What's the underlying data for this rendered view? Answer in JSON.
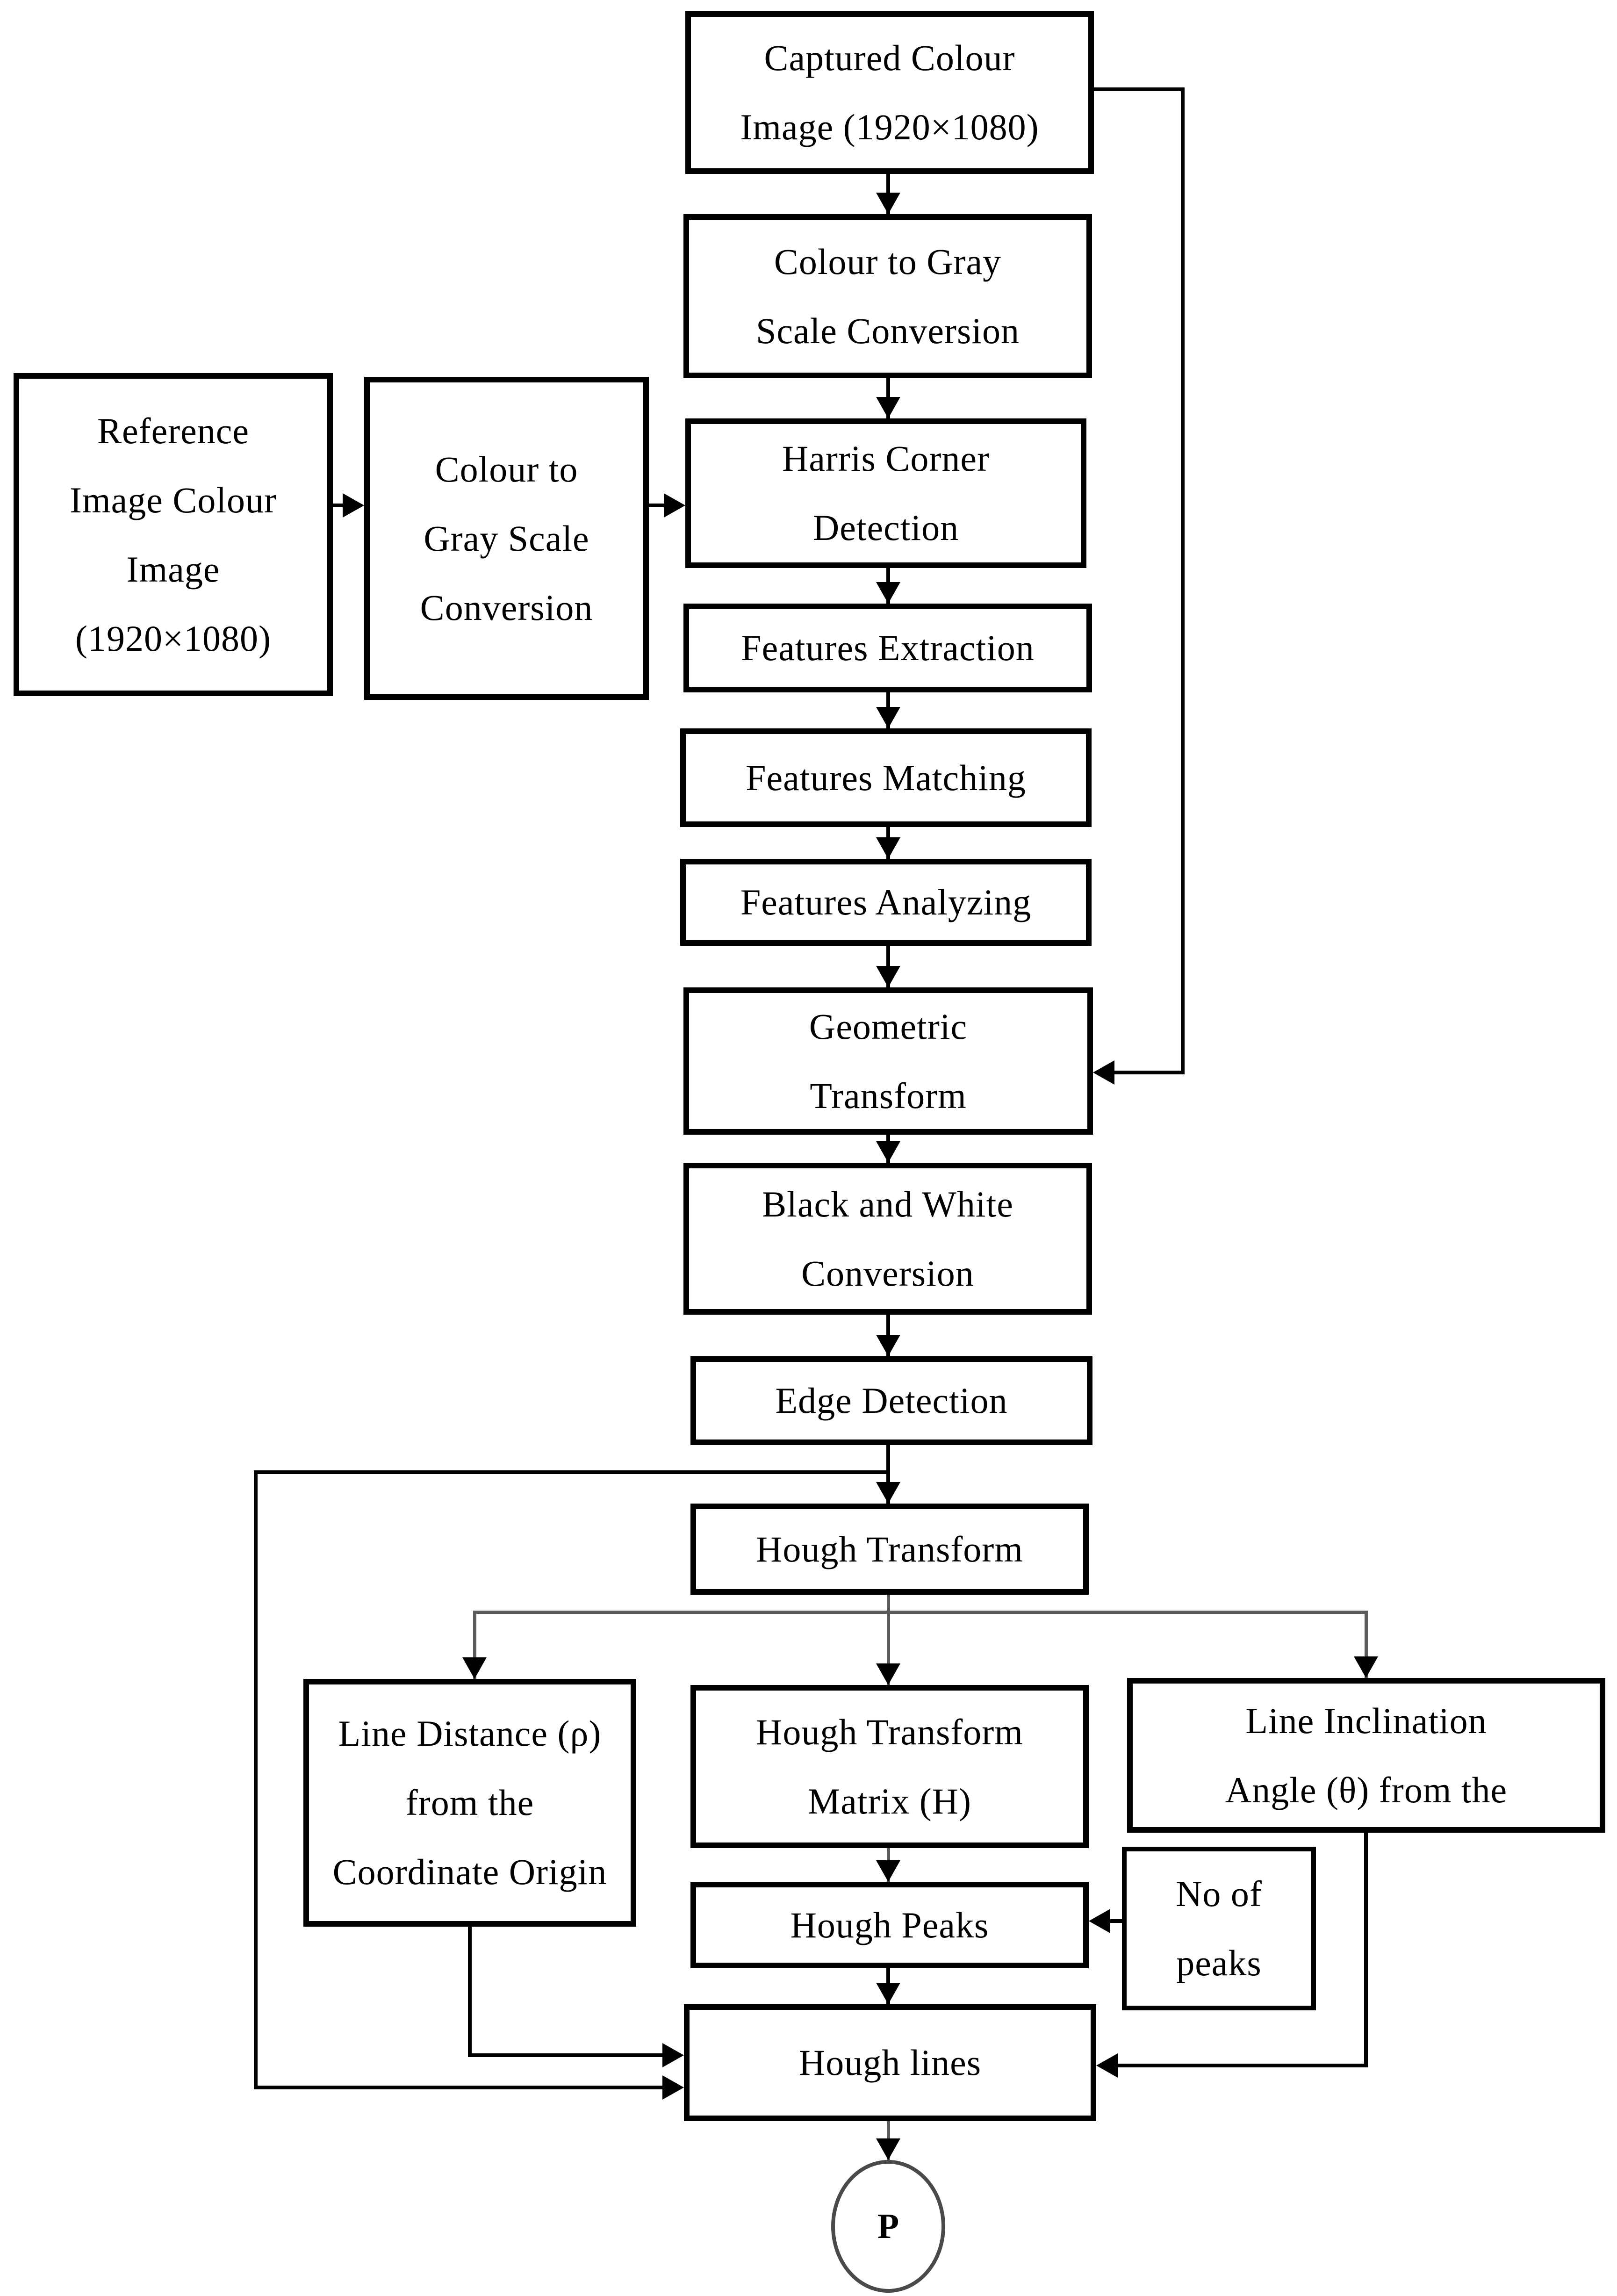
{
  "background": "#ffffff",
  "line_color": "#000000",
  "secondary_line_color": "#5a5a5a",
  "nodes": {
    "captured": {
      "label": "Captured Colour\nImage (1920×1080)"
    },
    "c2g_main": {
      "label": "Colour to Gray\nScale Conversion"
    },
    "harris": {
      "label": "Harris Corner\nDetection"
    },
    "features_extraction": {
      "label": "Features Extraction"
    },
    "features_matching": {
      "label": "Features Matching"
    },
    "features_analyzing": {
      "label": "Features Analyzing"
    },
    "geometric_transform": {
      "label": "Geometric\nTransform"
    },
    "black_white": {
      "label": "Black and White\nConversion"
    },
    "edge_detection": {
      "label": "Edge Detection"
    },
    "hough_transform": {
      "label": "Hough Transform"
    },
    "line_distance": {
      "label": "Line Distance (ρ)\nfrom the\nCoordinate Origin"
    },
    "hough_matrix": {
      "label": "Hough Transform\nMatrix (H)"
    },
    "line_inclination": {
      "label": "Line Inclination\nAngle (θ) from the"
    },
    "hough_peaks": {
      "label": "Hough Peaks"
    },
    "no_of_peaks": {
      "label": "No of\npeaks"
    },
    "hough_lines": {
      "label": "Hough lines"
    },
    "reference": {
      "label": "Reference\nImage Colour\nImage\n(1920×1080)"
    },
    "c2g_reference": {
      "label": "Colour to\nGray Scale\nConversion"
    },
    "terminal": {
      "label": "P"
    }
  },
  "edges": [
    {
      "from": "captured",
      "to": "c2g_main"
    },
    {
      "from": "c2g_main",
      "to": "harris"
    },
    {
      "from": "reference",
      "to": "c2g_reference"
    },
    {
      "from": "c2g_reference",
      "to": "harris"
    },
    {
      "from": "harris",
      "to": "features_extraction"
    },
    {
      "from": "features_extraction",
      "to": "features_matching"
    },
    {
      "from": "features_matching",
      "to": "features_analyzing"
    },
    {
      "from": "features_analyzing",
      "to": "geometric_transform"
    },
    {
      "from": "captured",
      "to": "geometric_transform"
    },
    {
      "from": "geometric_transform",
      "to": "black_white"
    },
    {
      "from": "black_white",
      "to": "edge_detection"
    },
    {
      "from": "edge_detection",
      "to": "hough_transform"
    },
    {
      "from": "edge_detection",
      "to": "hough_lines"
    },
    {
      "from": "hough_transform",
      "to": "line_distance"
    },
    {
      "from": "hough_transform",
      "to": "hough_matrix"
    },
    {
      "from": "hough_transform",
      "to": "line_inclination"
    },
    {
      "from": "hough_matrix",
      "to": "hough_peaks"
    },
    {
      "from": "no_of_peaks",
      "to": "hough_peaks"
    },
    {
      "from": "hough_peaks",
      "to": "hough_lines"
    },
    {
      "from": "line_distance",
      "to": "hough_lines"
    },
    {
      "from": "line_inclination",
      "to": "hough_lines"
    },
    {
      "from": "hough_lines",
      "to": "terminal"
    }
  ]
}
